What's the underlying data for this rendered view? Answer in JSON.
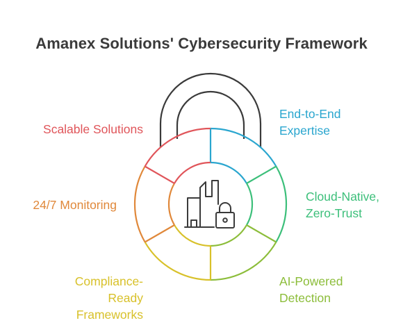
{
  "title": "Amanex Solutions' Cybersecurity Framework",
  "colors": {
    "red": "#e0555a",
    "blue": "#2aa6cf",
    "green": "#3cbf7a",
    "olive": "#8cbd3a",
    "yellow": "#d8c12a",
    "orange": "#e0883a",
    "shackle": "#3a3a3a",
    "icon": "#3a3a3a"
  },
  "segments": [
    {
      "id": "end-to-end",
      "lines": [
        "End-to-End",
        "Expertise"
      ],
      "color": "#2aa6cf"
    },
    {
      "id": "cloud-native",
      "lines": [
        "Cloud-Native,",
        "Zero-Trust"
      ],
      "color": "#3cbf7a"
    },
    {
      "id": "ai-powered",
      "lines": [
        "AI-Powered",
        "Detection"
      ],
      "color": "#8cbd3a"
    },
    {
      "id": "compliance",
      "lines": [
        "Compliance-",
        "Ready",
        "Frameworks"
      ],
      "color": "#d8c12a"
    },
    {
      "id": "monitoring",
      "lines": [
        "24/7 Monitoring"
      ],
      "color": "#e0883a"
    },
    {
      "id": "scalable",
      "lines": [
        "Scalable Solutions"
      ],
      "color": "#e0555a"
    }
  ],
  "center_icon": "buildings-padlock-icon",
  "shackle_icon": "padlock-shackle"
}
